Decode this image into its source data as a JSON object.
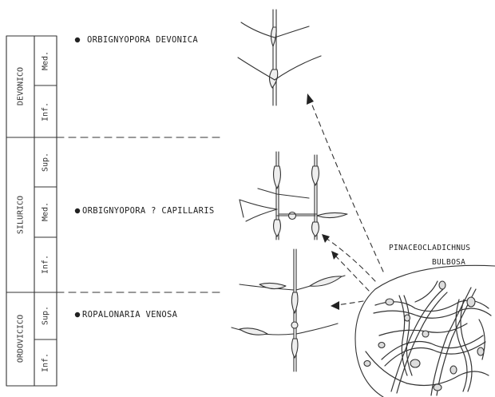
{
  "periods": [
    {
      "name": "DEVONICO",
      "epochs": [
        "Med.",
        "Inf."
      ]
    },
    {
      "name": "SILURICO",
      "epochs": [
        "Sup.",
        "Med.",
        "Inf."
      ]
    },
    {
      "name": "ORDOVICICO",
      "epochs": [
        "Sup.",
        "Inf."
      ]
    }
  ],
  "taxa": [
    {
      "star": "✱",
      "name": "ORBIGNYOPORA DEVONICA"
    },
    {
      "star": "✱",
      "name": "ORBIGNYOPORA ? CAPILLARIS"
    },
    {
      "star": "✱",
      "name": "ROPALONARIA VENOSA"
    }
  ],
  "ancestor": {
    "line1": "PINACEOCLADICHNUS",
    "line2": "BULBOSA"
  }
}
